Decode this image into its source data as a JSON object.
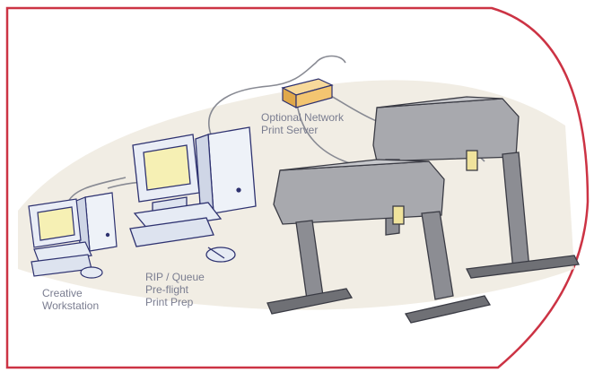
{
  "labels": {
    "server": [
      "Optional Network",
      "Print Server"
    ],
    "rip": [
      "RIP / Queue",
      "Pre-flight",
      "Print Prep"
    ],
    "creative": [
      "Creative",
      "Workstation"
    ]
  },
  "colors": {
    "frame": "#cc3344",
    "wash": "#eeeadf",
    "outline": "#2e3270",
    "screen": "#f6f0b4",
    "server_box": "#f3c571",
    "plotter": "#a8a9ae",
    "plotter_dark": "#6f7075",
    "label_text": "#7a7d90"
  }
}
